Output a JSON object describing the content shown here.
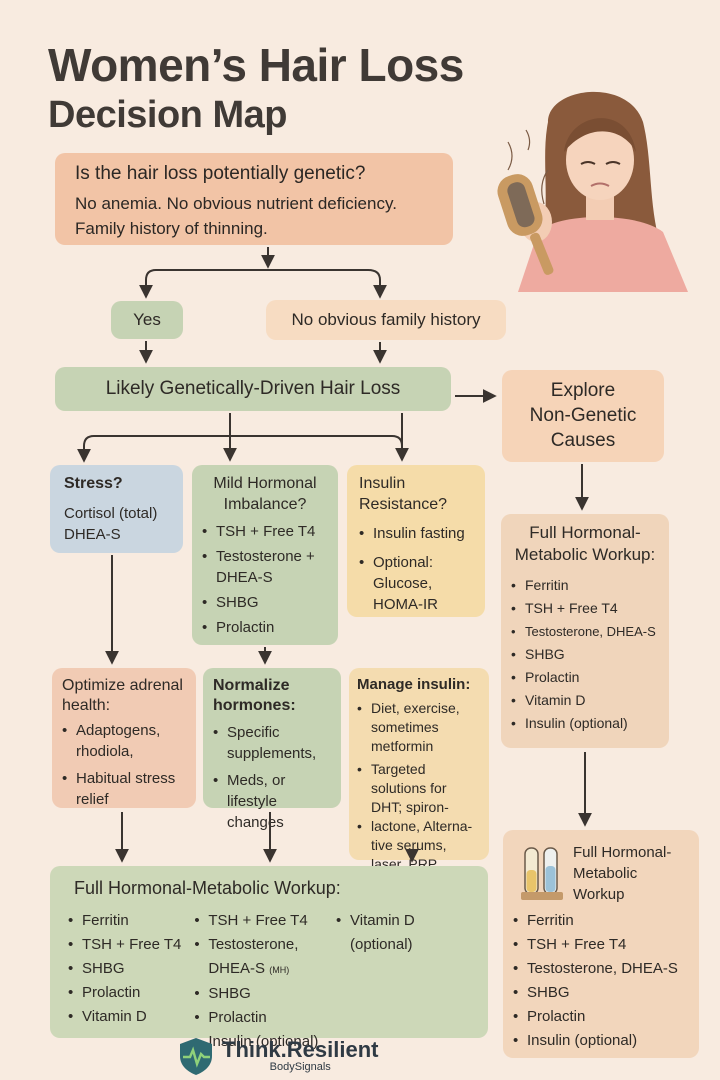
{
  "title": {
    "line1": "Women’s Hair Loss",
    "line2": "Decision Map"
  },
  "top_question": {
    "heading": "Is the hair loss potentially genetic?",
    "line1": "No anemia. No obvious nutrient deficiency.",
    "line2": "Family history of thinning."
  },
  "branch_yes": "Yes",
  "branch_no": "No obvious family history",
  "likely_genetic": "Likely Genetically-Driven Hair Loss",
  "explore": {
    "line1": "Explore",
    "line2": "Non-Genetic",
    "line3": "Causes"
  },
  "stress": {
    "title": "Stress?",
    "line1": "Cortisol (total)",
    "line2": "DHEA-S"
  },
  "mild_hormonal": {
    "title1": "Mild Hormonal",
    "title2": "Imbalance?",
    "items": [
      "TSH + Free T4",
      "Testosterone + DHEA-S",
      "SHBG",
      "Prolactin"
    ]
  },
  "insulin": {
    "title1": "Insulin",
    "title2": "Resistance?",
    "items": [
      "Insulin fasting",
      "Optional: Glucose, HOMA-IR"
    ]
  },
  "full_workup_right": {
    "title1": "Full Hormonal-",
    "title2": "Metabolic Workup:",
    "items": [
      "Ferritin",
      "TSH + Free T4",
      "Testosterone, DHEA-S",
      "SHBG",
      "Prolactin",
      "Vitamin D",
      "Insulin (optional)"
    ]
  },
  "adrenal": {
    "title1": "Optimize adrenal",
    "title2": "health:",
    "items": [
      "Adaptogens, rhodiola,",
      "Habitual stress relief"
    ]
  },
  "normalize": {
    "title1": "Normalize",
    "title2": "hormones:",
    "items": [
      "Specific supplements,",
      "Meds, or lifestyle changes"
    ]
  },
  "manage_insulin": {
    "title": "Manage insulin:",
    "items": [
      "Diet, exercise, sometimes metformin",
      "Targeted solutions for DHT; spiron-",
      "lactone, Alterna- tive serums, laser, PRP"
    ]
  },
  "full_workup_bottom": {
    "title": "Full Hormonal-Metabolic Workup:",
    "col1": [
      "Ferritin",
      "TSH + Free T4",
      "SHBG",
      "Prolactin",
      "Vitamin D"
    ],
    "col2": [
      "TSH + Free T4",
      "Testosterone, DHEA-S",
      "SHBG",
      "Prolactin",
      "Insulin (optional)"
    ],
    "col2_note": "(MH)",
    "col3": [
      "Vitamin D (optional)"
    ]
  },
  "full_workup_corner": {
    "title1": "Full Hormonal-",
    "title2": "Metabolic",
    "title3": "Workup",
    "items": [
      "Ferritin",
      "TSH + Free T4",
      "Testosterone, DHEA-S",
      "SHBG",
      "Prolactin",
      "Insulin (optional)"
    ]
  },
  "brand": {
    "name": "Think.Resilient",
    "sub": "BodySignals"
  },
  "colors": {
    "background": "#f8ebe0",
    "peach": "#f2c4a6",
    "green": "#c6d3b4",
    "blue": "#cad6e0",
    "yellow": "#f5dca9",
    "brand": "#2f6a72"
  }
}
